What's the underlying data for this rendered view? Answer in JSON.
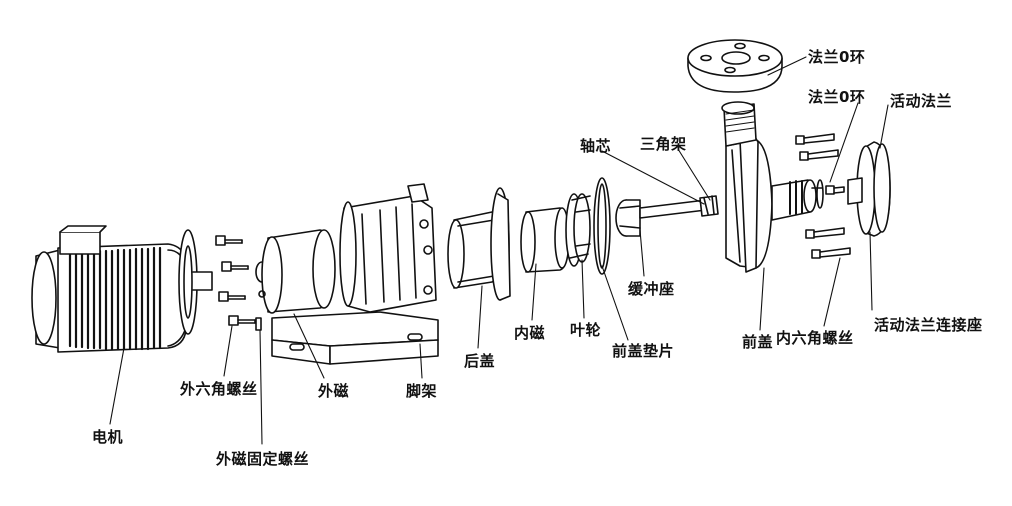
{
  "labels": {
    "flange_o_ring_top": "法兰0环",
    "flange_o_ring": "法兰0环",
    "loose_flange": "活动法兰",
    "shaft_core": "轴芯",
    "tripod": "三角架",
    "buffer_seat": "缓冲座",
    "loose_flange_seat": "活动法兰连接座",
    "front_cover": "前盖",
    "hex_screws_inner": "内六角螺丝",
    "front_cover_gasket": "前盖垫片",
    "impeller": "叶轮",
    "inner_magnet": "内磁",
    "rear_cover": "后盖",
    "bracket": "脚架",
    "outer_magnet": "外磁",
    "hex_screws_outer": "外六角螺丝",
    "motor": "电机",
    "outer_magnet_screw": "外磁固定螺丝"
  }
}
